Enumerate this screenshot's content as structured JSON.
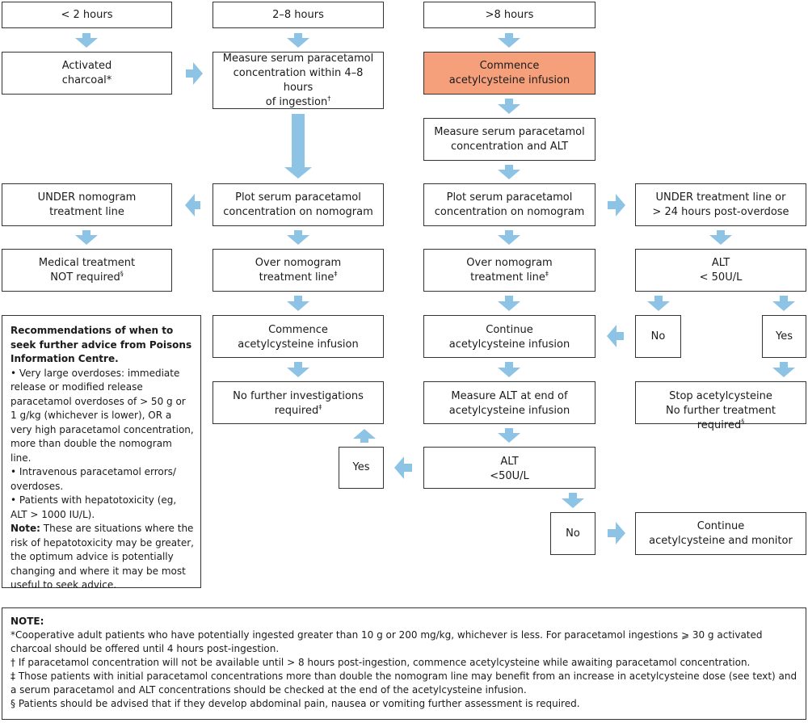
{
  "flow": {
    "time_lt2": "< 2 hours",
    "time_2to8": "2–8 hours",
    "time_gt8": ">8 hours",
    "activated_charcoal": "Activated\ncharcoal*",
    "measure_4to8": "Measure serum paracetamol\nconcentration within 4–8 hours\nof ingestion",
    "commence_infusion_gt8": "Commence\nacetylcysteine infusion",
    "measure_alt": "Measure serum paracetamol\nconcentration and ALT",
    "under_nomogram_left": "UNDER nomogram\ntreatment line",
    "plot_nomogram_mid": "Plot serum paracetamol\nconcentration on nomogram",
    "plot_nomogram_right": "Plot serum paracetamol\nconcentration on nomogram",
    "under_or_24h": "UNDER treatment line or\n> 24 hours post-overdose",
    "medical_not_required": "Medical treatment\nNOT required",
    "over_nomogram_mid": "Over nomogram\ntreatment line",
    "over_nomogram_right": "Over nomogram\ntreatment line",
    "alt_lt50_right": "ALT\n< 50U/L",
    "commence_infusion_mid": "Commence\nacetylcysteine infusion",
    "continue_infusion": "Continue\nacetylcysteine infusion",
    "no_right": "No",
    "yes_right": "Yes",
    "no_further_investigations": "No further investigations\nrequired",
    "measure_alt_end": "Measure ALT at end of\nacetylcysteine infusion",
    "stop_acetylcysteine": "Stop acetylcysteine\nNo further treatment required",
    "yes_lower": "Yes",
    "alt_lt50_lower": "ALT\n<50U/L",
    "no_lower": "No",
    "continue_monitor": "Continue\nacetylcysteine and monitor",
    "mark_dagger": "†",
    "mark_ddagger": "‡",
    "mark_section": "§"
  },
  "advice": {
    "heading": "Recommendations of when to seek further advice from Poisons Information Centre.",
    "bullet1": "• Very large overdoses: immediate release or modified release paracetamol overdoses of > 50 g or 1 g/kg (whichever is lower), OR a very high paracetamol concentration, more than double the nomogram line.",
    "bullet2": "• Intravenous paracetamol errors/ overdoses.",
    "bullet3": "• Patients with hepatotoxicity (eg, ALT > 1000 IU/L).",
    "note_label": "Note:",
    "note_text": " These are situations where the risk of hepatotoxicity may be greater, the optimum advice is potentially changing and where it may be most useful to seek advice."
  },
  "footnotes": {
    "heading": "NOTE:",
    "star": "*Cooperative adult patients who have potentially ingested greater than 10 g or 200 mg/kg, whichever is less. For paracetamol ingestions ⩾ 30 g activated charcoal should be offered until 4 hours post-ingestion.",
    "dagger": "† If paracetamol concentration will not be available until > 8 hours post-ingestion, commence acetylcysteine while awaiting paracetamol concentration.",
    "ddagger": "‡ Those patients with initial paracetamol concentrations more than double the nomogram line may benefit from an increase in acetylcysteine dose (see text) and a serum paracetamol and ALT concentrations should be checked at the end of the acetylcysteine infusion.",
    "section": "§ Patients should be advised that if they develop abdominal pain, nausea or vomiting further assessment is required."
  },
  "colors": {
    "arrow": "#8dc4e6",
    "highlight_box": "#f5a07a",
    "border": "#333333"
  }
}
